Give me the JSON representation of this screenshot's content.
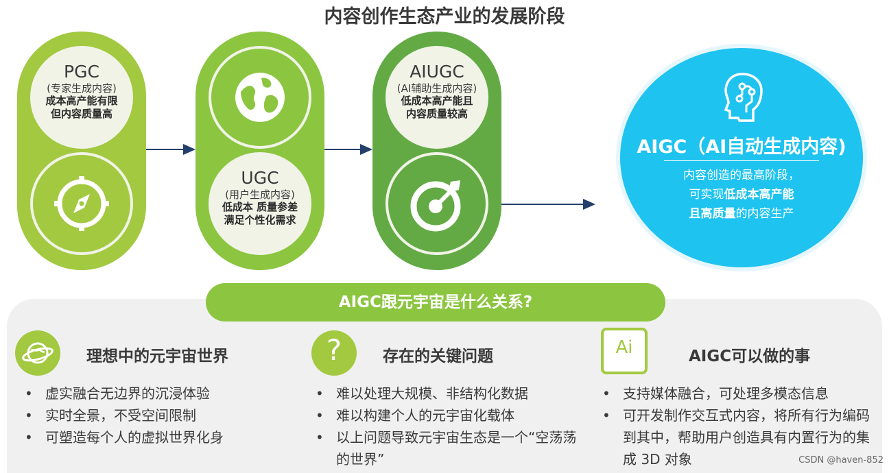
{
  "title": "内容创作生态产业的发展阶段",
  "stages": [
    {
      "name": "PGC",
      "sub": "(专家生成内容)",
      "desc": [
        "成本高产能有限",
        "但内容质量高"
      ],
      "icon": "compass-icon"
    },
    {
      "name": "UGC",
      "sub": "(用户生成内容)",
      "desc": [
        "低成本 质量参差",
        "满足个性化需求"
      ],
      "icon": "globe-icon"
    },
    {
      "name": "AIUGC",
      "sub": "(AI辅助生成内容)",
      "desc": [
        "低成本高产能且",
        "内容质量较高"
      ],
      "icon": "target-icon"
    }
  ],
  "aigc": {
    "title": "AIGC（AI自动生成内容)",
    "line1": "内容创造的最高阶段，",
    "line2_prefix": "可实现",
    "line2_bold": "低成本高产能",
    "line3_bold": "且高质量",
    "line3_suffix": "的内容生产",
    "icon": "ai-head-icon"
  },
  "question": "AIGC跟元宇宙是什么关系?",
  "columns": [
    {
      "heading": "理想中的元宇宙世界",
      "icon": "planet-icon",
      "bullets": [
        "虚实融合无边界的沉浸体验",
        "实时全景，不受空间限制",
        "可塑造每个人的虚拟世界化身"
      ]
    },
    {
      "heading": "存在的关键问题",
      "icon": "question-icon",
      "bullets": [
        "难以处理大规模、非结构化数据",
        "难以构建个人的元宇宙化载体",
        "以上问题导致元宇宙生态是一个“空荡荡的世界”"
      ]
    },
    {
      "heading": "AIGC可以做的事",
      "icon": "ai-icon",
      "bullets": [
        "支持媒体融合，可处理多模态信息",
        "可开发制作交互式内容，将所有行为编码到其中，帮助用户创造具有内置行为的集成 3D 对象"
      ]
    }
  ],
  "ai_icon_text": "Ai",
  "question_mark": "?",
  "credit": "CSDN @haven-852",
  "colors": {
    "green_light": "#a2c940",
    "green_mid": "#8cc540",
    "green_dark": "#63aa45",
    "blue": "#1ec3f0",
    "panel": "#f0f0f0"
  }
}
